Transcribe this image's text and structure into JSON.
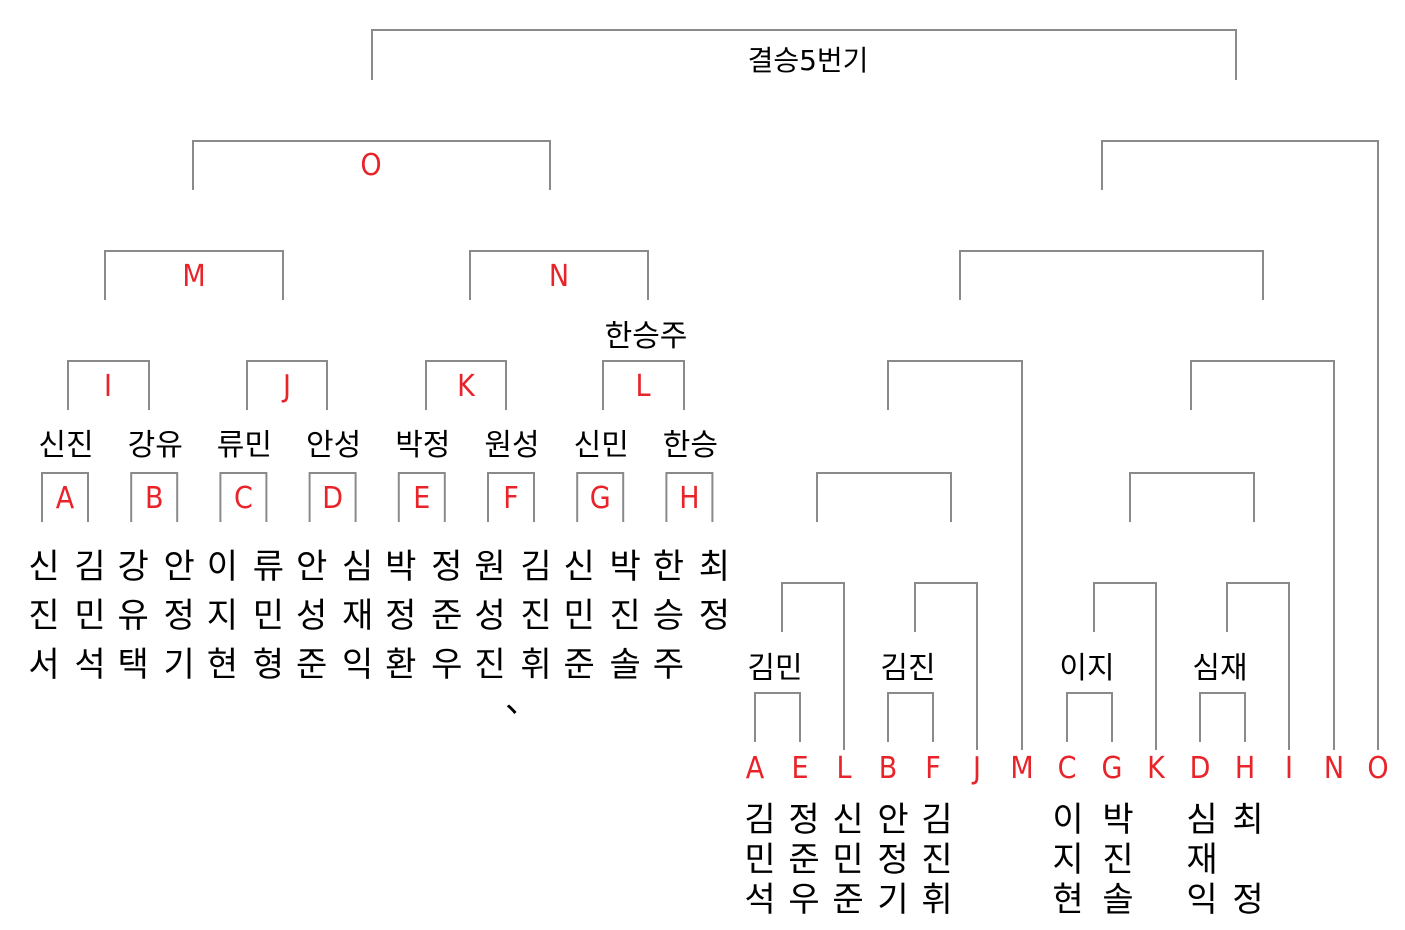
{
  "title": "결승5번기",
  "left_bracket": {
    "final_match": "O",
    "semifinals": [
      "M",
      "N"
    ],
    "quarterfinals": [
      "I",
      "J",
      "K",
      "L"
    ],
    "quarterfinal_winners": [
      {
        "slot": "L",
        "winner": "한승주"
      }
    ],
    "round_of_16": [
      {
        "code": "A",
        "winner": "신진",
        "players": [
          "신진서",
          "김민석"
        ]
      },
      {
        "code": "B",
        "winner": "강유",
        "players": [
          "강유택",
          "안정기"
        ]
      },
      {
        "code": "C",
        "winner": "류민",
        "players": [
          "이지현",
          "류민형"
        ]
      },
      {
        "code": "D",
        "winner": "안성",
        "players": [
          "안성준",
          "심재익"
        ]
      },
      {
        "code": "E",
        "winner": "박정",
        "players": [
          "박정환",
          "정준우"
        ]
      },
      {
        "code": "F",
        "winner": "원성",
        "players": [
          "원성진",
          "김진휘"
        ]
      },
      {
        "code": "G",
        "winner": "신민",
        "players": [
          "신민준",
          "박진솔"
        ]
      },
      {
        "code": "H",
        "winner": "한승",
        "players": [
          "한승주",
          "최정"
        ]
      }
    ],
    "stray_mark": "、"
  },
  "right_bracket": {
    "slots": [
      "A",
      "E",
      "L",
      "B",
      "F",
      "J",
      "M",
      "C",
      "G",
      "K",
      "D",
      "H",
      "I",
      "N",
      "O"
    ],
    "first_round_winners": [
      "김민",
      "김진",
      "이지",
      "심재"
    ],
    "name_columns": [
      {
        "slot": "A",
        "chars": [
          "김",
          "민",
          "석"
        ]
      },
      {
        "slot": "E",
        "chars": [
          "정",
          "준",
          "우"
        ]
      },
      {
        "slot": "L",
        "chars": [
          "신",
          "민",
          "준"
        ]
      },
      {
        "slot": "B",
        "chars": [
          "안",
          "정",
          "기"
        ]
      },
      {
        "slot": "F",
        "chars": [
          "김",
          "진",
          "휘"
        ]
      },
      {
        "slot": "C",
        "chars": [
          "이",
          "지",
          "현"
        ]
      },
      {
        "slot": "G",
        "chars": [
          "박",
          "진",
          "솔"
        ]
      },
      {
        "slot": "D",
        "chars": [
          "심",
          "재",
          "익"
        ]
      },
      {
        "slot": "H",
        "chars": [
          "최",
          "",
          "정"
        ]
      }
    ]
  },
  "colors": {
    "line": "#8a8a8a",
    "code": "#e8232a",
    "text": "#000000"
  }
}
